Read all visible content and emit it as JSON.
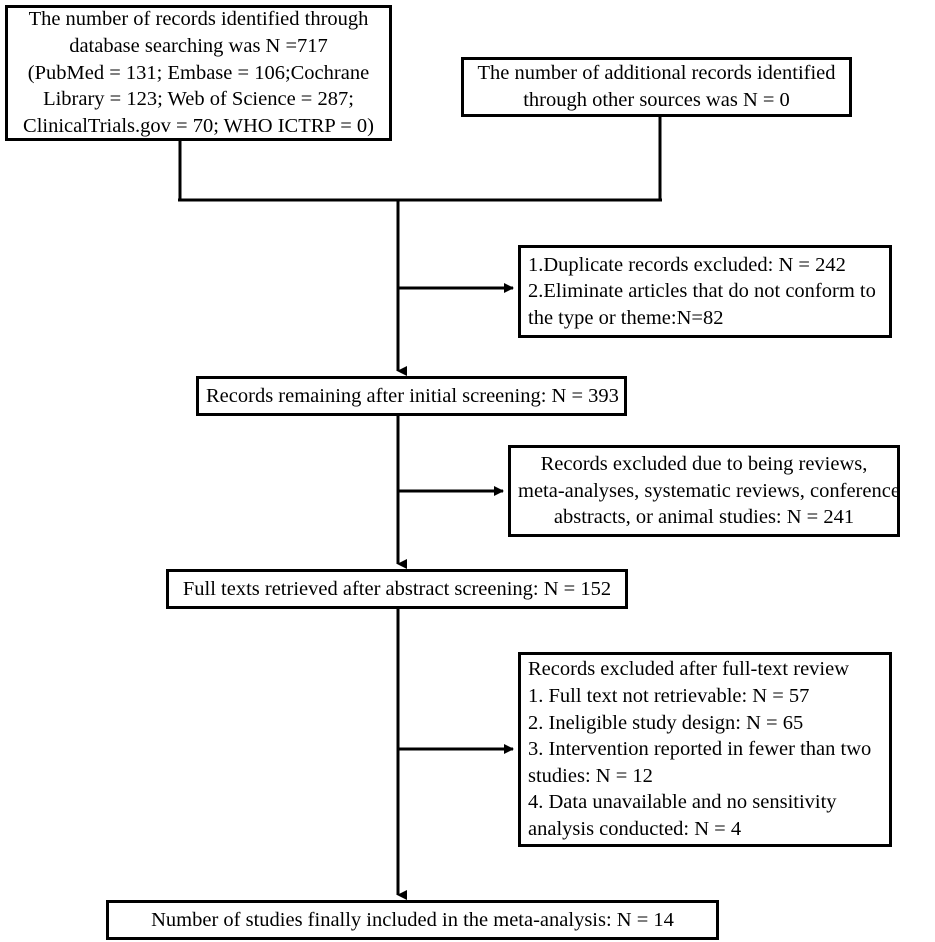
{
  "diagram": {
    "type": "prisma-flow-diagram",
    "title": "PRISMA study selection flow diagram",
    "line_color": "#000000",
    "box_border_color": "#000000",
    "background_color": "#ffffff"
  },
  "nodes": {
    "identified_db": {
      "name": "records-identified-through-database-searching",
      "align": "center",
      "lines": [
        "The number of records identified through",
        "database searching was N =717",
        "(PubMed = 131; Embase = 106;Cochrane",
        "Library = 123; Web of Science = 287;",
        "ClinicalTrials.gov = 70; WHO ICTRP = 0)"
      ],
      "total": 717,
      "sources": [
        {
          "label": "PubMed",
          "count": 131
        },
        {
          "label": "Embase",
          "count": 106
        },
        {
          "label": "Cochrane Library",
          "count": 123
        },
        {
          "label": "Web of Science",
          "count": 287
        },
        {
          "label": "ClinicalTrials.gov",
          "count": 70
        },
        {
          "label": "WHO ICTRP",
          "count": 0
        }
      ]
    },
    "identified_other": {
      "name": "additional-records-identified-through-other-sources",
      "align": "center",
      "lines": [
        "The number of additional records identified",
        "through other sources was N = 0"
      ],
      "total": 0
    },
    "duplicates_excluded": {
      "name": "duplicate-and-off-topic-records-excluded",
      "align": "left",
      "lines": [
        "1.Duplicate records excluded: N = 242",
        "2.Eliminate articles that do not conform to",
        "the type or theme:N=82"
      ],
      "items": [
        {
          "label": "Duplicate records excluded",
          "count": 242
        },
        {
          "label": "Eliminate articles that do not conform to the type or theme",
          "count": 82
        }
      ]
    },
    "after_screening": {
      "name": "records-remaining-after-initial-screening",
      "align": "center",
      "lines": [
        "Records remaining after initial screening: N = 393"
      ],
      "total": 393
    },
    "excluded_by_type": {
      "name": "records-excluded-reviews-meta-analyses-animal",
      "align": "center",
      "lines": [
        "Records excluded due to being reviews,",
        "meta-analyses, systematic reviews, conference",
        "abstracts, or animal studies: N = 241"
      ],
      "total": 241
    },
    "full_texts": {
      "name": "full-texts-retrieved-after-abstract-screening",
      "align": "center",
      "lines": [
        "Full texts retrieved after abstract screening: N = 152"
      ],
      "total": 152
    },
    "excluded_full_text": {
      "name": "records-excluded-after-full-text-review",
      "align": "left",
      "lines": [
        "Records excluded after full-text review",
        "1. Full text not retrievable: N = 57",
        "2. Ineligible study design: N = 65",
        "3. Intervention reported in fewer than two",
        "studies: N = 12",
        "4. Data unavailable and no sensitivity",
        "analysis conducted: N = 4"
      ],
      "items": [
        {
          "label": "Full text not retrievable",
          "count": 57
        },
        {
          "label": "Ineligible study design",
          "count": 65
        },
        {
          "label": "Intervention reported in fewer than two studies",
          "count": 12
        },
        {
          "label": "Data unavailable and no sensitivity analysis conducted",
          "count": 4
        }
      ]
    },
    "included": {
      "name": "studies-finally-included-in-meta-analysis",
      "align": "center",
      "lines": [
        "Number of studies finally included in the meta-analysis: N = 14"
      ],
      "total": 14
    }
  }
}
